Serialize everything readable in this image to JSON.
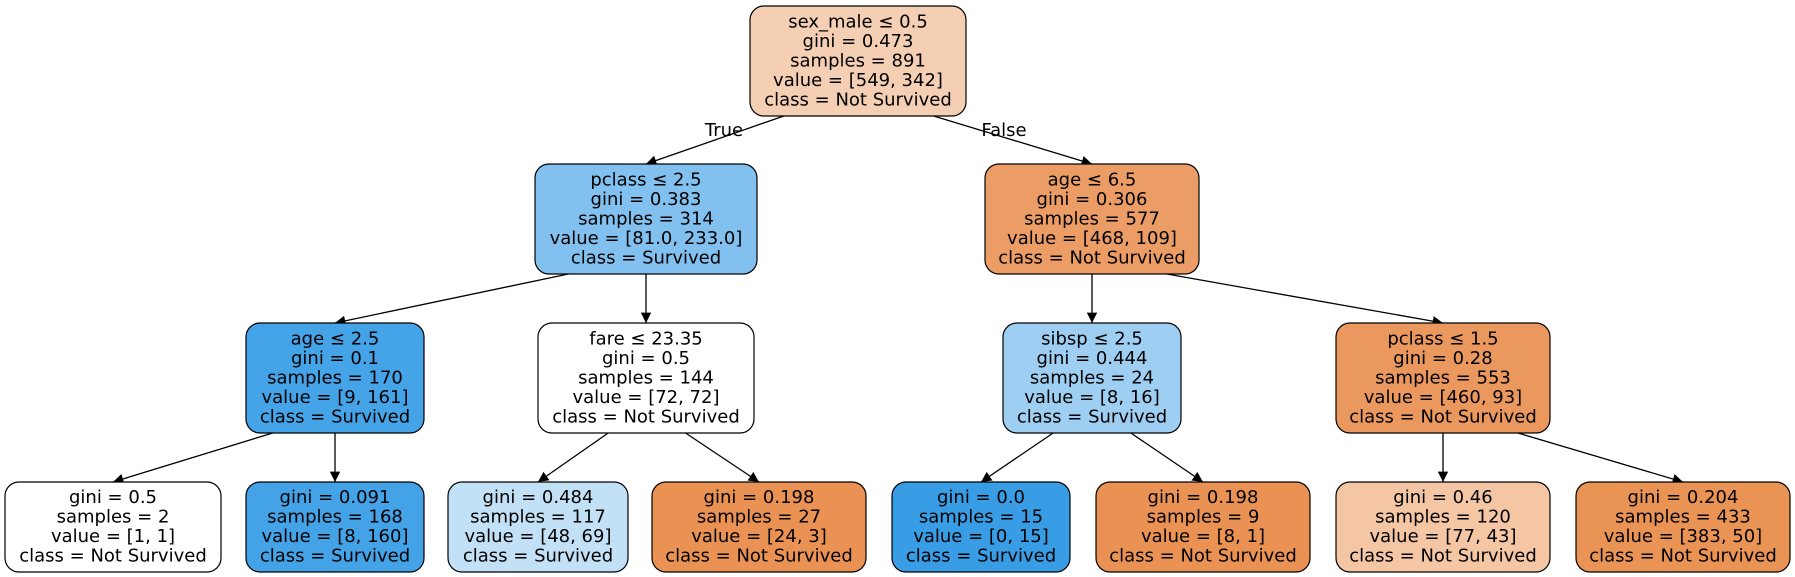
{
  "tree": {
    "edge_labels": {
      "true": "True",
      "false": "False"
    },
    "nodes": [
      {
        "id": "n0",
        "color": "#f5cfb3",
        "lines": [
          "sex_male ≤ 0.5",
          "gini = 0.473",
          "samples = 891",
          "value = [549, 342]",
          "class = Not Survived"
        ]
      },
      {
        "id": "n1",
        "color": "#82c1ef",
        "lines": [
          "pclass ≤ 2.5",
          "gini = 0.383",
          "samples = 314",
          "value = [81.0, 233.0]",
          "class = Survived"
        ]
      },
      {
        "id": "n2",
        "color": "#ec9d65",
        "lines": [
          "age ≤ 6.5",
          "gini = 0.306",
          "samples = 577",
          "value = [468, 109]",
          "class = Not Survived"
        ]
      },
      {
        "id": "n3",
        "color": "#45a3e7",
        "lines": [
          "age ≤ 2.5",
          "gini = 0.1",
          "samples = 170",
          "value = [9, 161]",
          "class = Survived"
        ]
      },
      {
        "id": "n4",
        "color": "#ffffff",
        "lines": [
          "fare ≤ 23.35",
          "gini = 0.5",
          "samples = 144",
          "value = [72, 72]",
          "class = Not Survived"
        ]
      },
      {
        "id": "n5",
        "color": "#9ecff2",
        "lines": [
          "sibsp ≤ 2.5",
          "gini = 0.444",
          "samples = 24",
          "value = [8, 16]",
          "class = Survived"
        ]
      },
      {
        "id": "n6",
        "color": "#ea985e",
        "lines": [
          "pclass ≤ 1.5",
          "gini = 0.28",
          "samples = 553",
          "value = [460, 93]",
          "class = Not Survived"
        ]
      },
      {
        "id": "n7",
        "color": "#ffffff",
        "lines": [
          "gini = 0.5",
          "samples = 2",
          "value = [1, 1]",
          "class = Not Survived"
        ]
      },
      {
        "id": "n8",
        "color": "#44a2e6",
        "lines": [
          "gini = 0.091",
          "samples = 168",
          "value = [8, 160]",
          "class = Survived"
        ]
      },
      {
        "id": "n9",
        "color": "#c2e1f7",
        "lines": [
          "gini = 0.484",
          "samples = 117",
          "value = [48, 69]",
          "class = Survived"
        ]
      },
      {
        "id": "n10",
        "color": "#e99254",
        "lines": [
          "gini = 0.198",
          "samples = 27",
          "value = [24, 3]",
          "class = Not Survived"
        ]
      },
      {
        "id": "n11",
        "color": "#399de5",
        "lines": [
          "gini = 0.0",
          "samples = 15",
          "value = [0, 15]",
          "class = Survived"
        ]
      },
      {
        "id": "n12",
        "color": "#e99254",
        "lines": [
          "gini = 0.198",
          "samples = 9",
          "value = [8, 1]",
          "class = Not Survived"
        ]
      },
      {
        "id": "n13",
        "color": "#f4c6a4",
        "lines": [
          "gini = 0.46",
          "samples = 120",
          "value = [77, 43]",
          "class = Not Survived"
        ]
      },
      {
        "id": "n14",
        "color": "#e99355",
        "lines": [
          "gini = 0.204",
          "samples = 433",
          "value = [383, 50]",
          "class = Not Survived"
        ]
      }
    ],
    "edges": [
      {
        "from": "n0",
        "to": "n1",
        "label": "true"
      },
      {
        "from": "n0",
        "to": "n2",
        "label": "false"
      },
      {
        "from": "n1",
        "to": "n3"
      },
      {
        "from": "n1",
        "to": "n4"
      },
      {
        "from": "n2",
        "to": "n5"
      },
      {
        "from": "n2",
        "to": "n6"
      },
      {
        "from": "n3",
        "to": "n7"
      },
      {
        "from": "n3",
        "to": "n8"
      },
      {
        "from": "n4",
        "to": "n9"
      },
      {
        "from": "n4",
        "to": "n10"
      },
      {
        "from": "n5",
        "to": "n11"
      },
      {
        "from": "n5",
        "to": "n12"
      },
      {
        "from": "n6",
        "to": "n13"
      },
      {
        "from": "n6",
        "to": "n14"
      }
    ]
  }
}
